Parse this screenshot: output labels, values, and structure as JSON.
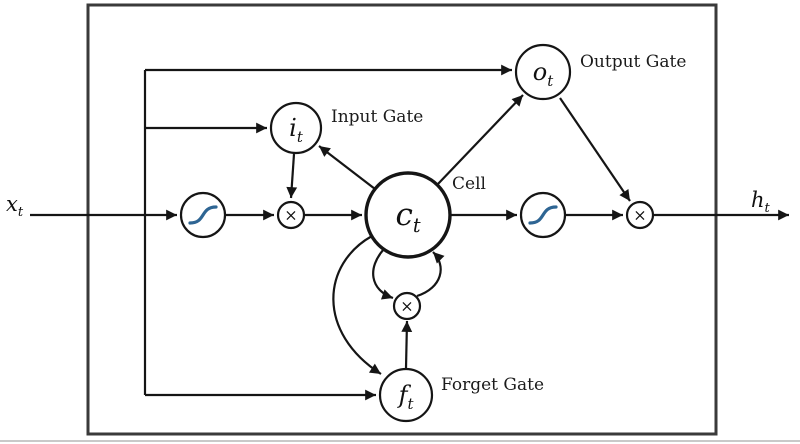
{
  "figure": {
    "name": "LSTM memory cell diagram",
    "colors": {
      "wire": "#151515",
      "frame": "#3a3a3a",
      "activation_curve": "#2e6593",
      "background": "#ffffff"
    },
    "io": {
      "input": {
        "base": "x",
        "sub": "t"
      },
      "output": {
        "base": "h",
        "sub": "t"
      }
    },
    "nodes": {
      "cell": {
        "base": "c",
        "sub": "t",
        "caption": "Cell"
      },
      "input_gate": {
        "base": "i",
        "sub": "t",
        "caption": "Input Gate"
      },
      "output_gate": {
        "base": "o",
        "sub": "t",
        "caption": "Output Gate"
      },
      "forget_gate": {
        "base": "f",
        "sub": "t",
        "caption": "Forget Gate"
      },
      "multiply": "×"
    }
  }
}
